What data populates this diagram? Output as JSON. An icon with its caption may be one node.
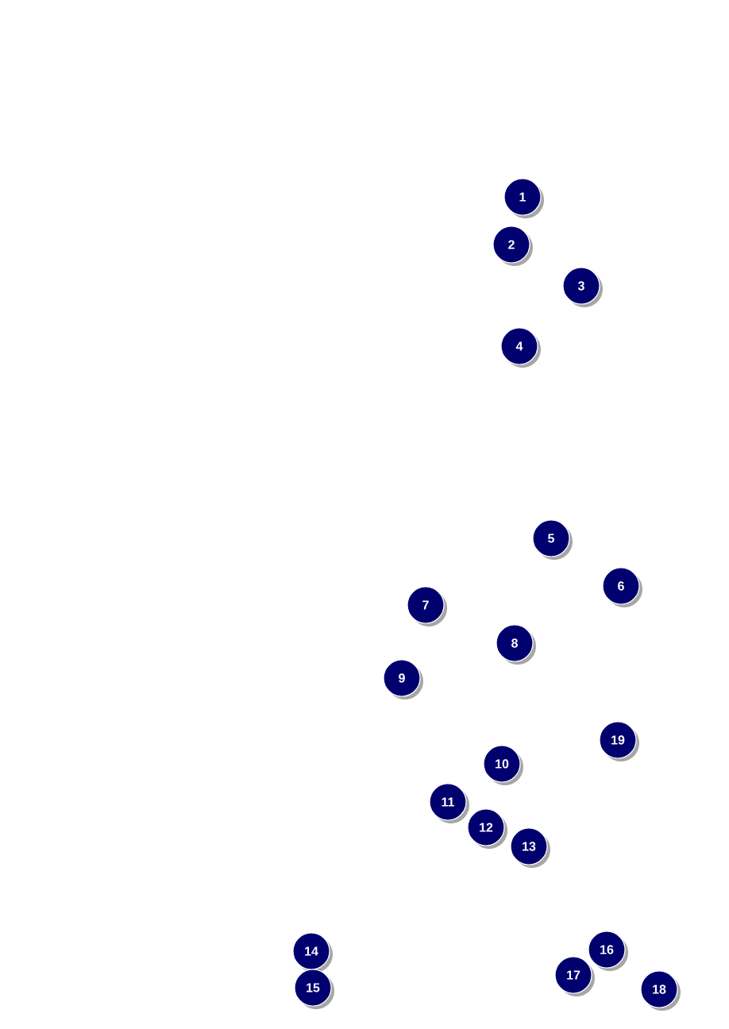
{
  "diagram": {
    "labels": [
      "1",
      "2",
      "3",
      "4",
      "5",
      "6",
      "7",
      "8",
      "9",
      "19",
      "10",
      "11",
      "12",
      "13",
      "16",
      "14",
      "17",
      "15",
      "18"
    ]
  }
}
